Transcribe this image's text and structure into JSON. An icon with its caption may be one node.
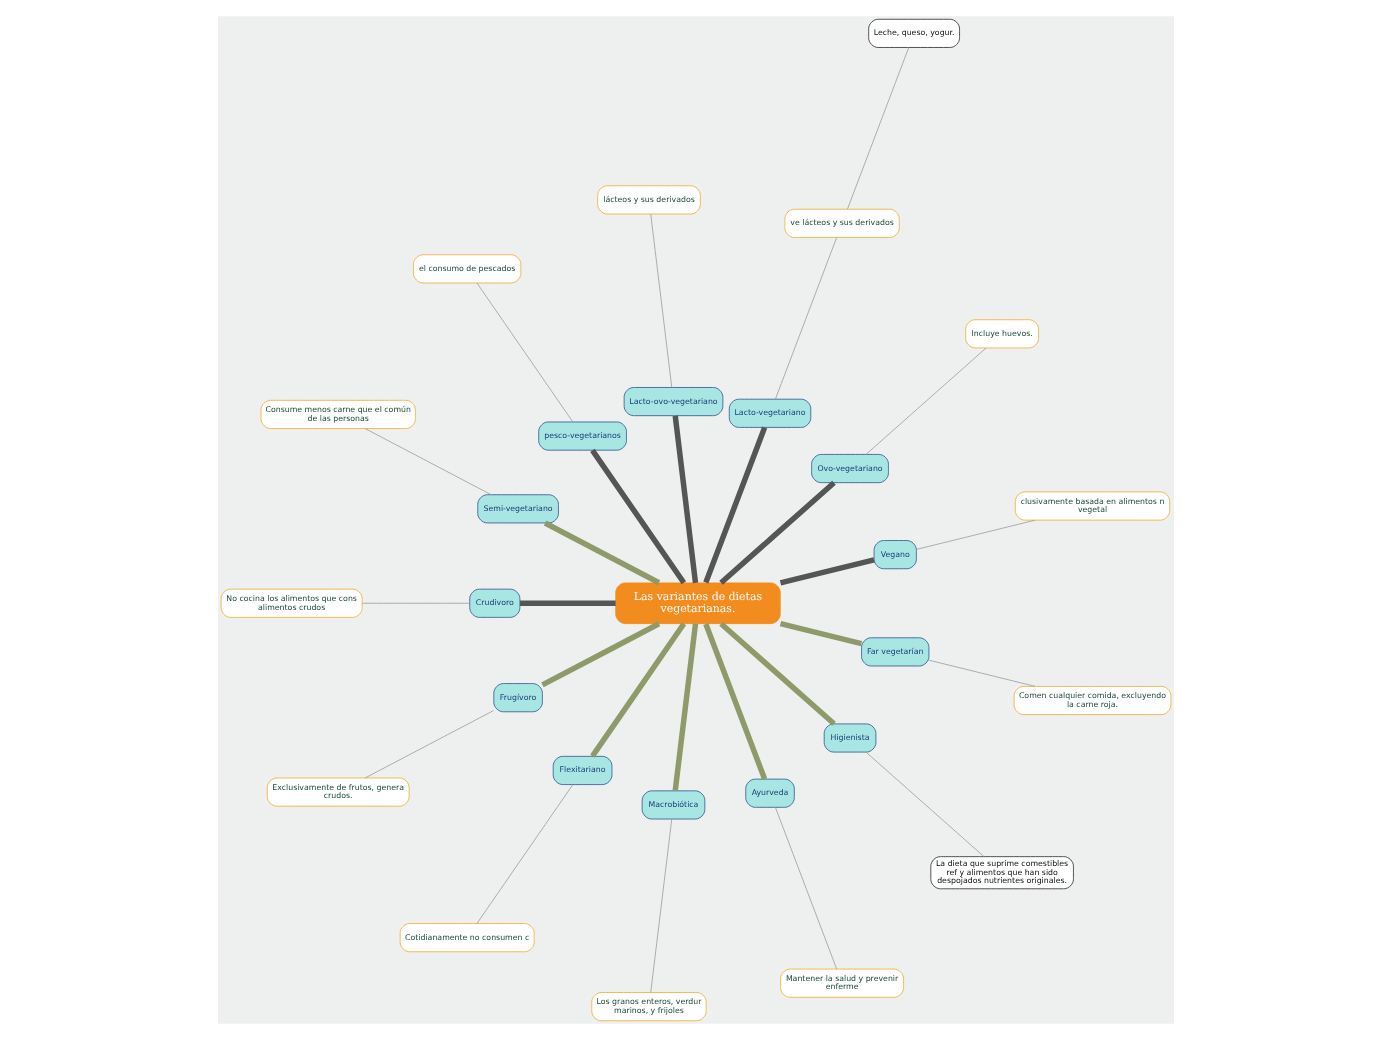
{
  "diagram": {
    "nodes": [
      {
        "text": [
          "Las variantes de dietas vegetarianas."
        ]
      },
      {
        "text": [
          "Vegano"
        ]
      },
      {
        "text": [
          "clusivamente basada en alimentos n vegetal"
        ]
      },
      {
        "text": [
          "Ovo-vegetariano"
        ]
      },
      {
        "text": [
          "Incluye huevos."
        ]
      },
      {
        "text": [
          "Lacto-vegetariano"
        ]
      },
      {
        "text": [
          "ve lácteos y sus derivados"
        ]
      },
      {
        "text": [
          "Leche, queso, yogur."
        ]
      },
      {
        "text": [
          "Lacto-ovo-vegetariano"
        ]
      },
      {
        "text": [
          "lácteos y sus derivados"
        ]
      },
      {
        "text": [
          "pesco-vegetarianos"
        ]
      },
      {
        "text": [
          "el consumo de pescados"
        ]
      },
      {
        "text": [
          "Semi-vegetariano"
        ]
      },
      {
        "text": [
          "Consume menos carne que el común de las personas"
        ]
      },
      {
        "text": [
          "Crudivoro"
        ]
      },
      {
        "text": [
          "No cocina los alimentos que cons alimentos crudos"
        ]
      },
      {
        "text": [
          "Frugívoro"
        ]
      },
      {
        "text": [
          "Exclusivamente de frutos, genera crudos."
        ]
      },
      {
        "text": [
          "Flexitariano"
        ]
      },
      {
        "text": [
          "Cotidianamente no consumen c"
        ]
      },
      {
        "text": [
          "Macrobiótica"
        ]
      },
      {
        "text": [
          "Los granos enteros, verdur marinos, y frijoles"
        ]
      },
      {
        "text": [
          "Ayurveda"
        ]
      },
      {
        "text": [
          "Mantener la salud y prevenir enferme"
        ]
      },
      {
        "text": [
          "Higienista"
        ]
      },
      {
        "text": [
          "La dieta que suprime comestibles ref y alimentos que han sido despojados nutrientes originales."
        ]
      },
      {
        "text": [
          "Far vegetarían"
        ]
      },
      {
        "text": [
          "Comen cualquier comida, excluyendo la carne roja."
        ]
      }
    ],
    "edges": [
      {
        "from": 0,
        "to": 1,
        "arrow": "none",
        "style": "thick",
        "color": "#555555"
      },
      {
        "from": 1,
        "to": 2,
        "arrow": "none"
      },
      {
        "from": 0,
        "to": 3,
        "arrow": "none",
        "style": "thick",
        "color": "#555555"
      },
      {
        "from": 3,
        "to": 4,
        "arrow": "none"
      },
      {
        "from": 0,
        "to": 5,
        "arrow": "none",
        "style": "thick",
        "color": "#555555"
      },
      {
        "from": 5,
        "to": 6,
        "arrow": "none"
      },
      {
        "from": 6,
        "to": 7,
        "arrow": "none"
      },
      {
        "from": 0,
        "to": 8,
        "arrow": "none",
        "style": "thick",
        "color": "#555555"
      },
      {
        "from": 8,
        "to": 9,
        "arrow": "none"
      },
      {
        "from": 0,
        "to": 10,
        "arrow": "none",
        "style": "thick",
        "color": "#555555"
      },
      {
        "from": 10,
        "to": 11,
        "arrow": "none"
      },
      {
        "from": 0,
        "to": 12,
        "arrow": "none",
        "style": "thick",
        "color": "#8f9a6a"
      },
      {
        "from": 12,
        "to": 13,
        "arrow": "none"
      },
      {
        "from": 0,
        "to": 14,
        "arrow": "none",
        "style": "thick",
        "color": "#555555"
      },
      {
        "from": 14,
        "to": 15,
        "arrow": "none"
      },
      {
        "from": 0,
        "to": 16,
        "arrow": "none",
        "style": "thick",
        "color": "#8f9a6a"
      },
      {
        "from": 16,
        "to": 17,
        "arrow": "none"
      },
      {
        "from": 0,
        "to": 18,
        "arrow": "none",
        "style": "thick",
        "color": "#8f9a6a"
      },
      {
        "from": 18,
        "to": 19,
        "arrow": "none"
      },
      {
        "from": 0,
        "to": 20,
        "arrow": "none",
        "style": "thick",
        "color": "#8f9a6a"
      },
      {
        "from": 20,
        "to": 21,
        "arrow": "none"
      },
      {
        "from": 0,
        "to": 22,
        "arrow": "none",
        "style": "thick",
        "color": "#8f9a6a"
      },
      {
        "from": 22,
        "to": 23,
        "arrow": "none"
      },
      {
        "from": 0,
        "to": 24,
        "arrow": "none",
        "style": "thick",
        "color": "#8f9a6a"
      },
      {
        "from": 24,
        "to": 25,
        "arrow": "none"
      },
      {
        "from": 0,
        "to": 26,
        "arrow": "none",
        "style": "thick",
        "color": "#8f9a6a"
      },
      {
        "from": 26,
        "to": 27,
        "arrow": "none"
      }
    ]
  }
}
